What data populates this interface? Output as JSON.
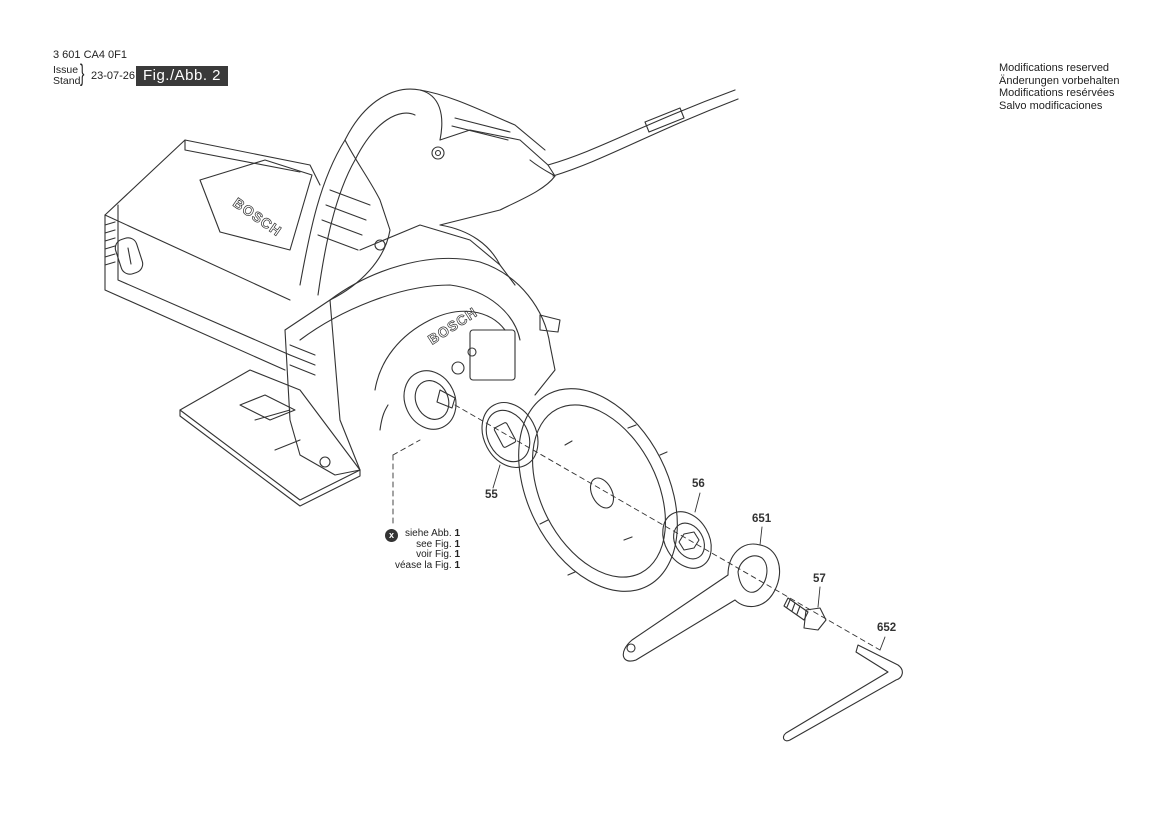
{
  "header": {
    "doc_number": "3 601 CA4 0F1",
    "issue_label": "Issue",
    "stand_label": "Stand",
    "brace": "}",
    "issue_date": "23-07-26",
    "figure_label": "Fig./Abb. 2"
  },
  "notice": [
    "Modifications reserved",
    "Änderungen vorbehalten",
    "Modifications resérvées",
    "Salvo modificaciones"
  ],
  "reference": {
    "badge": "x",
    "lines": [
      {
        "text": "siehe Abb.",
        "num": "1"
      },
      {
        "text": "see Fig.",
        "num": "1"
      },
      {
        "text": "voir Fig.",
        "num": "1"
      },
      {
        "text": "véase la Fig.",
        "num": "1"
      }
    ]
  },
  "parts": [
    "55",
    "56",
    "651",
    "57",
    "652"
  ],
  "brand": "BOSCH"
}
